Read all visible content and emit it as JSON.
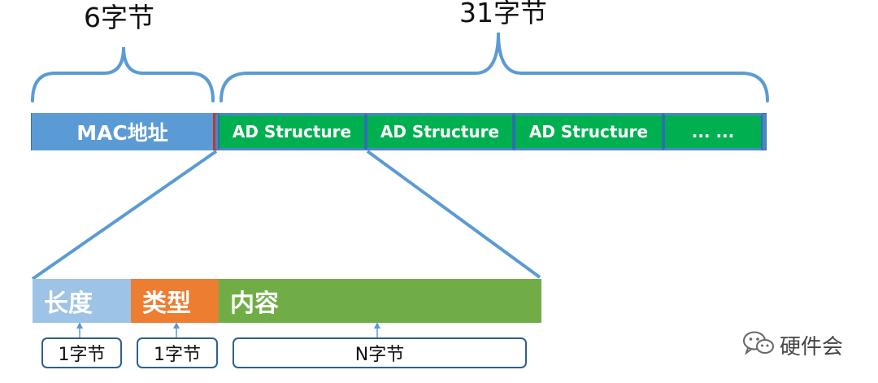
{
  "top_labels": {
    "mac_bytes": "6字节",
    "ad_bytes": "31字节"
  },
  "bar": {
    "mac": "MAC地址",
    "segments": [
      "AD Structure",
      "AD Structure",
      "AD Structure",
      "... ..."
    ]
  },
  "fields": {
    "length": "长度",
    "type": "类型",
    "content": "内容"
  },
  "sizes": {
    "length": "1字节",
    "type": "1字节",
    "content": "N字节"
  },
  "watermark": {
    "text": "硬件会",
    "icon": "wechat-icon"
  },
  "colors": {
    "mac": "#5b9bd5",
    "ad_structure": "#00b050",
    "length": "#9dc3e6",
    "type": "#ed7d31",
    "content": "#70ad47",
    "lines": "#5b9bd5"
  }
}
